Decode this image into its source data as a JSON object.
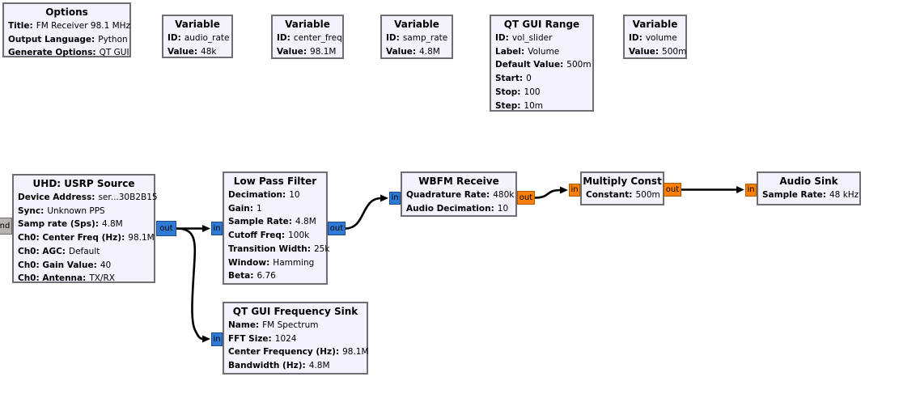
{
  "app": {
    "name": "GNU Radio Companion flowgraph canvas"
  },
  "colors": {
    "background": "#ffffff",
    "block_fill": "#f4f2fc",
    "block_border": "#6f6d71",
    "port_complex": "#2f7ad4",
    "port_float": "#fb8005",
    "port_message": "#b7b4b1",
    "wire": "#000000"
  },
  "ports": {
    "in": "in",
    "out": "out",
    "cmd_clipped": "nd"
  },
  "blocks": {
    "options": {
      "title": "Options",
      "params": [
        {
          "label": "Title:",
          "value": "FM Receiver 98.1 MHz"
        },
        {
          "label": "Output Language:",
          "value": "Python"
        },
        {
          "label": "Generate Options:",
          "value": "QT GUI"
        }
      ]
    },
    "var_audio_rate": {
      "title": "Variable",
      "params": [
        {
          "label": "ID:",
          "value": "audio_rate"
        },
        {
          "label": "Value:",
          "value": "48k"
        }
      ]
    },
    "var_center_freq": {
      "title": "Variable",
      "params": [
        {
          "label": "ID:",
          "value": "center_freq"
        },
        {
          "label": "Value:",
          "value": "98.1M"
        }
      ]
    },
    "var_samp_rate": {
      "title": "Variable",
      "params": [
        {
          "label": "ID:",
          "value": "samp_rate"
        },
        {
          "label": "Value:",
          "value": "4.8M"
        }
      ]
    },
    "qt_gui_range": {
      "title": "QT GUI Range",
      "params": [
        {
          "label": "ID:",
          "value": "vol_slider"
        },
        {
          "label": "Label:",
          "value": "Volume"
        },
        {
          "label": "Default Value:",
          "value": "500m"
        },
        {
          "label": "Start:",
          "value": "0"
        },
        {
          "label": "Stop:",
          "value": "100"
        },
        {
          "label": "Step:",
          "value": "10m"
        }
      ]
    },
    "var_volume": {
      "title": "Variable",
      "params": [
        {
          "label": "ID:",
          "value": "volume"
        },
        {
          "label": "Value:",
          "value": "500m"
        }
      ]
    },
    "usrp_source": {
      "title": "UHD: USRP Source",
      "params": [
        {
          "label": "Device Address:",
          "value": "ser...30B2B15"
        },
        {
          "label": "Sync:",
          "value": "Unknown PPS"
        },
        {
          "label": "Samp rate (Sps):",
          "value": "4.8M"
        },
        {
          "label": "Ch0: Center Freq (Hz):",
          "value": "98.1M"
        },
        {
          "label": "Ch0: AGC:",
          "value": "Default"
        },
        {
          "label": "Ch0: Gain Value:",
          "value": "40"
        },
        {
          "label": "Ch0: Antenna:",
          "value": "TX/RX"
        }
      ]
    },
    "low_pass_filter": {
      "title": "Low Pass Filter",
      "params": [
        {
          "label": "Decimation:",
          "value": "10"
        },
        {
          "label": "Gain:",
          "value": "1"
        },
        {
          "label": "Sample Rate:",
          "value": "4.8M"
        },
        {
          "label": "Cutoff Freq:",
          "value": "100k"
        },
        {
          "label": "Transition Width:",
          "value": "25k"
        },
        {
          "label": "Window:",
          "value": "Hamming"
        },
        {
          "label": "Beta:",
          "value": "6.76"
        }
      ]
    },
    "wbfm_receive": {
      "title": "WBFM Receive",
      "params": [
        {
          "label": "Quadrature Rate:",
          "value": "480k"
        },
        {
          "label": "Audio Decimation:",
          "value": "10"
        }
      ]
    },
    "multiply_const": {
      "title": "Multiply Const",
      "params": [
        {
          "label": "Constant:",
          "value": "500m"
        }
      ]
    },
    "audio_sink": {
      "title": "Audio Sink",
      "params": [
        {
          "label": "Sample Rate:",
          "value": "48 kHz"
        }
      ]
    },
    "freq_sink": {
      "title": "QT GUI Frequency Sink",
      "params": [
        {
          "label": "Name:",
          "value": "FM Spectrum"
        },
        {
          "label": "FFT Size:",
          "value": "1024"
        },
        {
          "label": "Center Frequency (Hz):",
          "value": "98.1M"
        },
        {
          "label": "Bandwidth (Hz):",
          "value": "4.8M"
        }
      ]
    }
  }
}
